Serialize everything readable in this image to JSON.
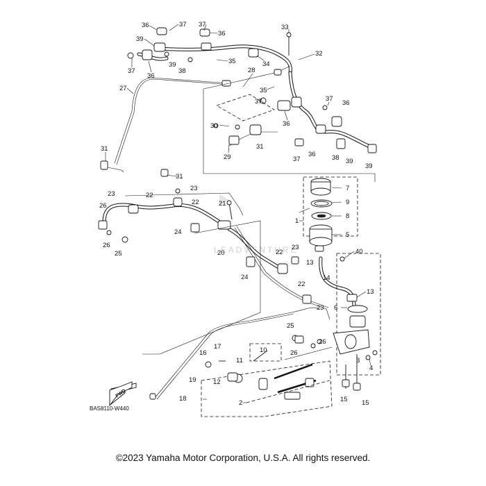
{
  "diagram": {
    "drawing_code": "BAS8110-W440",
    "fwd_label": "FWD",
    "watermark": "LEADVENTURE",
    "copyright": "©2023 Yamaha Motor Corporation, U.S.A. All rights reserved.",
    "callouts": [
      {
        "id": "c36a",
        "label": "36"
      },
      {
        "id": "c37a",
        "label": "37"
      },
      {
        "id": "c37b",
        "label": "37"
      },
      {
        "id": "c36b",
        "label": "36"
      },
      {
        "id": "c39a",
        "label": "39"
      },
      {
        "id": "c33",
        "label": "33"
      },
      {
        "id": "c32",
        "label": "32"
      },
      {
        "id": "c35a",
        "label": "35"
      },
      {
        "id": "c34",
        "label": "34"
      },
      {
        "id": "c37c",
        "label": "37"
      },
      {
        "id": "c36c",
        "label": "36"
      },
      {
        "id": "c39b",
        "label": "39"
      },
      {
        "id": "c38a",
        "label": "38"
      },
      {
        "id": "c28",
        "label": "28"
      },
      {
        "id": "c27",
        "label": "27"
      },
      {
        "id": "c35b",
        "label": "35"
      },
      {
        "id": "c37d",
        "label": "37"
      },
      {
        "id": "c36d",
        "label": "36"
      },
      {
        "id": "c37e",
        "label": "37"
      },
      {
        "id": "c36e",
        "label": "36"
      },
      {
        "id": "c30",
        "label": "30"
      },
      {
        "id": "c31a",
        "label": "31"
      },
      {
        "id": "c31b",
        "label": "31"
      },
      {
        "id": "c29",
        "label": "29"
      },
      {
        "id": "c36f",
        "label": "36"
      },
      {
        "id": "c37f",
        "label": "37"
      },
      {
        "id": "c38b",
        "label": "38"
      },
      {
        "id": "c39c",
        "label": "39"
      },
      {
        "id": "c39d",
        "label": "39"
      },
      {
        "id": "c31c",
        "label": "31"
      },
      {
        "id": "c23a",
        "label": "23"
      },
      {
        "id": "c22a",
        "label": "22"
      },
      {
        "id": "c23b",
        "label": "23"
      },
      {
        "id": "c22b",
        "label": "22"
      },
      {
        "id": "c21",
        "label": "21"
      },
      {
        "id": "c26a",
        "label": "26"
      },
      {
        "id": "c24a",
        "label": "24"
      },
      {
        "id": "c26b",
        "label": "26"
      },
      {
        "id": "c25a",
        "label": "25"
      },
      {
        "id": "c20",
        "label": "20"
      },
      {
        "id": "c22c",
        "label": "22"
      },
      {
        "id": "c23c",
        "label": "23"
      },
      {
        "id": "c24b",
        "label": "24"
      },
      {
        "id": "c7",
        "label": "7"
      },
      {
        "id": "c9",
        "label": "9"
      },
      {
        "id": "c8",
        "label": "8"
      },
      {
        "id": "c1",
        "label": "1"
      },
      {
        "id": "c5",
        "label": "5"
      },
      {
        "id": "c13a",
        "label": "13"
      },
      {
        "id": "c40",
        "label": "40"
      },
      {
        "id": "c14",
        "label": "14"
      },
      {
        "id": "c22d",
        "label": "22"
      },
      {
        "id": "c13b",
        "label": "13"
      },
      {
        "id": "c23d",
        "label": "23"
      },
      {
        "id": "c6",
        "label": "6"
      },
      {
        "id": "c25b",
        "label": "25"
      },
      {
        "id": "c26c",
        "label": "26"
      },
      {
        "id": "c26d",
        "label": "26"
      },
      {
        "id": "c17",
        "label": "17"
      },
      {
        "id": "c16",
        "label": "16"
      },
      {
        "id": "c10",
        "label": "10"
      },
      {
        "id": "c11",
        "label": "11"
      },
      {
        "id": "c12",
        "label": "12"
      },
      {
        "id": "c19",
        "label": "19"
      },
      {
        "id": "c3",
        "label": "3"
      },
      {
        "id": "c4",
        "label": "4"
      },
      {
        "id": "c18",
        "label": "18"
      },
      {
        "id": "c2",
        "label": "2"
      },
      {
        "id": "c15a",
        "label": "15"
      },
      {
        "id": "c15b",
        "label": "15"
      }
    ]
  }
}
